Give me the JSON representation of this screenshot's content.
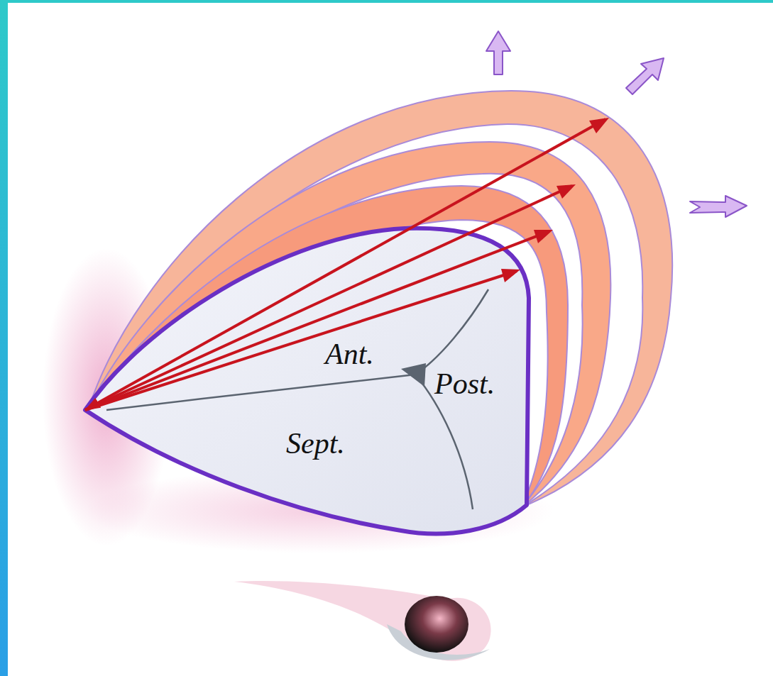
{
  "diagram": {
    "labels": [
      "Ant.",
      "Post.",
      "Sept."
    ]
  }
}
